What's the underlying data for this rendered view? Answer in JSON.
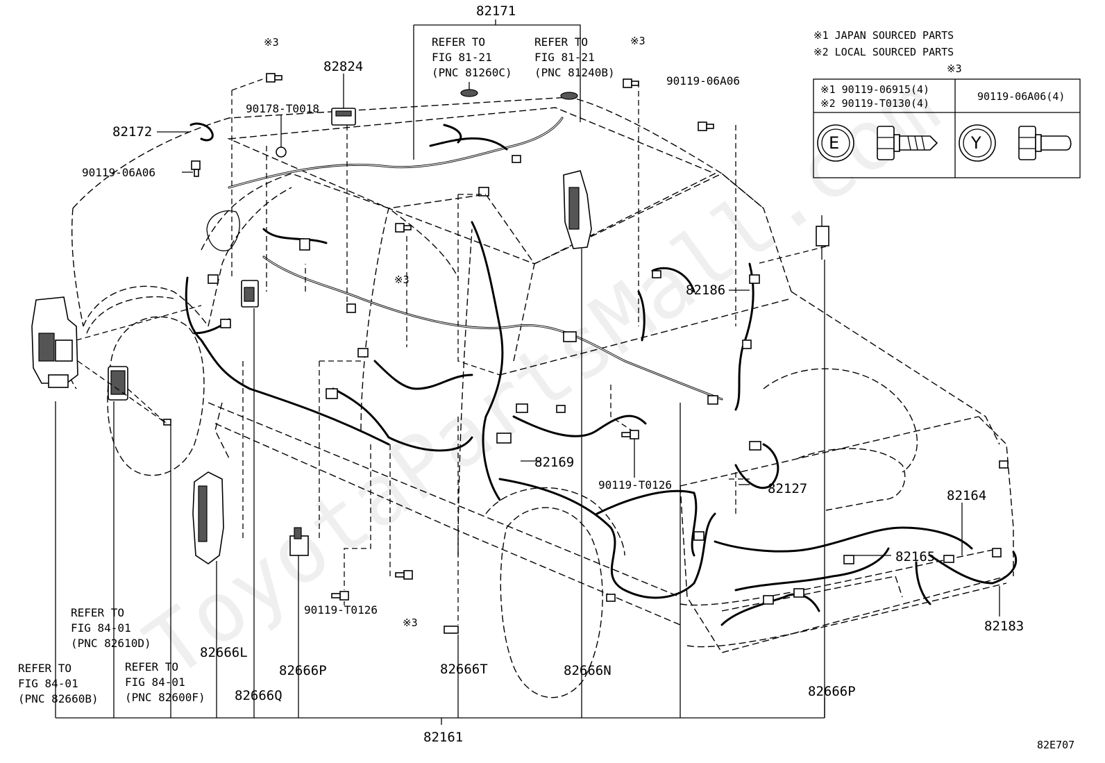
{
  "legend": {
    "note1": "※1 JAPAN SOURCED PARTS",
    "note2": "※2 LOCAL SOURCED PARTS",
    "table_mark": "※3",
    "col1_row1": "※1  90119-06915(4)",
    "col1_row2": "※2  90119-T0130(4)",
    "col2_row1": "90119-06A06(4)",
    "col1_symbol": "E",
    "col2_symbol": "Y"
  },
  "labels": {
    "p82171": "82171",
    "p82824": "82824",
    "ref1_l1": "REFER TO",
    "ref1_l2": "FIG 81-21",
    "ref1_l3": "(PNC 81260C)",
    "ref2_l1": "REFER TO",
    "ref2_l2": "FIG 81-21",
    "ref2_l3": "(PNC 81240B)",
    "mark3_a": "※3",
    "mark3_b": "※3",
    "mark3_c": "※3",
    "mark3_d": "※3",
    "p90178": "90178-T0018",
    "p82172": "82172",
    "p90119_06A06_a": "90119-06A06",
    "p90119_06A06_b": "90119-06A06",
    "p82186": "82186",
    "p82169": "82169",
    "p90119_T0126_a": "90119-T0126",
    "p90119_T0126_b": "90119-T0126",
    "p82127": "82127",
    "p82164": "82164",
    "p82165": "82165",
    "p82183": "82183",
    "ref3_l1": "REFER TO",
    "ref3_l2": "FIG 84-01",
    "ref3_l3": "(PNC 82610D)",
    "ref4_l1": "REFER TO",
    "ref4_l2": "FIG 84-01",
    "ref4_l3": "(PNC 82660B)",
    "ref5_l1": "REFER TO",
    "ref5_l2": "FIG 84-01",
    "ref5_l3": "(PNC 82600F)",
    "p82666L": "82666L",
    "p82666P_a": "82666P",
    "p82666Q": "82666Q",
    "p82666T": "82666T",
    "p82666N": "82666N",
    "p82666P_b": "82666P",
    "p82161": "82161",
    "figure_code": "82E707"
  },
  "watermark": "ToyotaPartsMall.com"
}
